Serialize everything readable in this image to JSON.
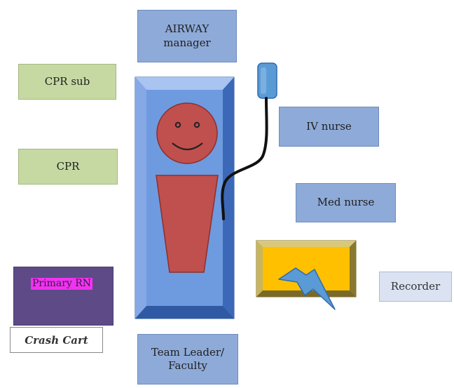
{
  "labels": {
    "airway_line1": "AIRWAY",
    "airway_line2": "manager",
    "cpr_sub": "CPR sub",
    "cpr": "CPR",
    "iv_nurse": "IV nurse",
    "med_nurse": "Med nurse",
    "recorder": "Recorder",
    "primary_rn": "Primary RN",
    "crash_cart": "Crash Cart",
    "team_leader_line1": "Team Leader/",
    "team_leader_line2": "Faculty"
  },
  "colors": {
    "blue_box": "#8eaad8",
    "green_box": "#c6d9a3",
    "bed": "#6e9ae0",
    "patient": "#c0504d",
    "defibrillator": "#ffc000",
    "primary_rn_box": "#5d4a86",
    "primary_rn_highlight": "#f033f0",
    "lightning": "#5b9bd5"
  },
  "icons": {
    "patient": "patient-figure-icon",
    "iv_bag": "iv-bag-icon",
    "iv_line": "iv-line-icon",
    "defibrillator": "defibrillator-icon",
    "lightning": "lightning-bolt-icon"
  }
}
